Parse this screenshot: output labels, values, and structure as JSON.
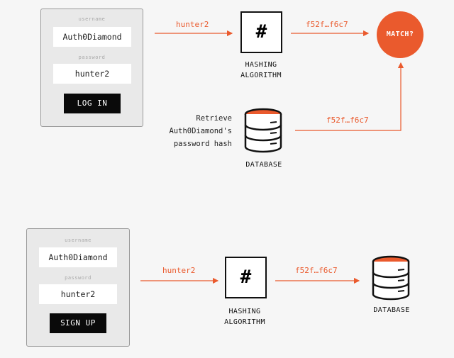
{
  "login_flow": {
    "form": {
      "username_label": "username",
      "username_value": "Auth0Diamond",
      "password_label": "password",
      "password_value": "hunter2",
      "button_label": "LOG IN"
    },
    "input_arrow_label": "hunter2",
    "hash_symbol": "#",
    "hash_caption_line1": "HASHING",
    "hash_caption_line2": "ALGORITHM",
    "hash_output_label": "f52f…f6c7",
    "match_label": "MATCH?",
    "retrieve_line1": "Retrieve",
    "retrieve_line2": "Auth0Diamond's",
    "retrieve_line3": "password hash",
    "db_caption": "DATABASE",
    "db_output_label": "f52f…f6c7"
  },
  "signup_flow": {
    "form": {
      "username_label": "username",
      "username_value": "Auth0Diamond",
      "password_label": "password",
      "password_value": "hunter2",
      "button_label": "SIGN UP"
    },
    "input_arrow_label": "hunter2",
    "hash_symbol": "#",
    "hash_caption_line1": "HASHING",
    "hash_caption_line2": "ALGORITHM",
    "hash_output_label": "f52f…f6c7",
    "db_caption": "DATABASE"
  },
  "colors": {
    "accent": "#ea5a2d",
    "panel": "#e9e9e9",
    "button": "#0a0a0a"
  }
}
